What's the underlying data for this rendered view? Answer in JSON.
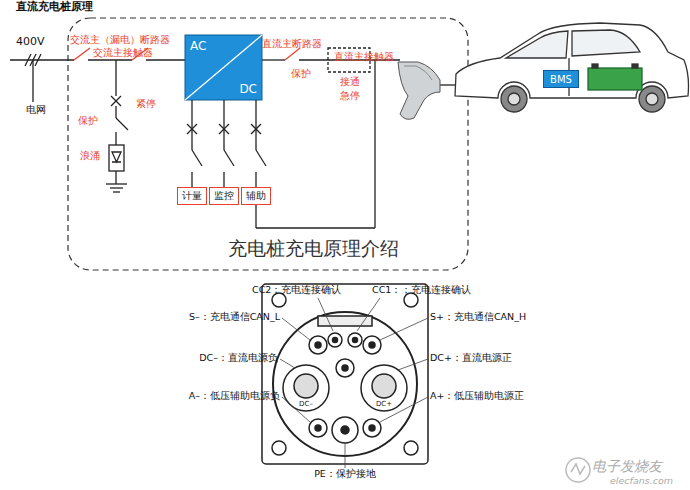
{
  "diagram": {
    "title": "直流充电桩原理",
    "caption": "充电桩充电原理介绍",
    "nodes": [
      {
        "text": [
          "AC",
          "DC"
        ]
      },
      {
        "text": [
          "计量"
        ]
      },
      {
        "text": [
          "监控"
        ]
      },
      {
        "text": [
          "辅助"
        ]
      },
      {
        "text": [
          "BMS"
        ]
      }
    ],
    "edges": [
      {
        "from": 0,
        "to": 1,
        "arrow": "none"
      },
      {
        "from": 0,
        "to": 2,
        "arrow": "none"
      },
      {
        "from": 0,
        "to": 3,
        "arrow": "none"
      }
    ],
    "labels": [
      "400V",
      "电网",
      "交流主（漏电）断路器",
      "交流主接触器",
      "保护",
      "浪涌",
      "紧停",
      "直流主断路器",
      "保护",
      "直流主接触器",
      "接通",
      "急停",
      "CC2：充电连接确认",
      "CC1：；充电连接确认",
      "S–：充电通信CAN_L",
      "S+：充电通信CAN_H",
      "DC–：直流电源负",
      "DC+：直流电源正",
      "A–：低压辅助电源负",
      "A+：低压辅助电源正",
      "DC–",
      "DC+",
      "PE：保护接地",
      "电子发烧友",
      "elecfans.com"
    ]
  }
}
